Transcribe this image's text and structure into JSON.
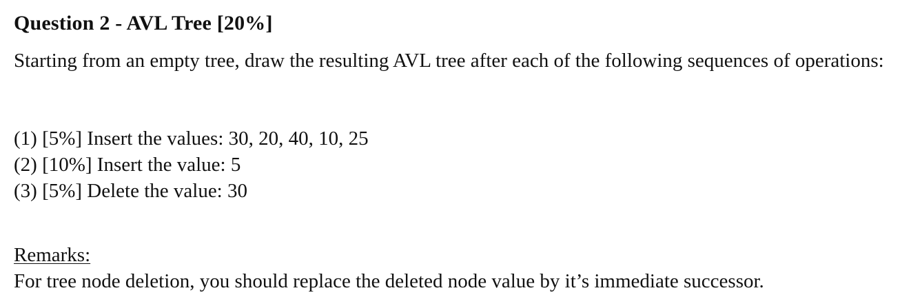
{
  "question": {
    "title": "Question 2 - AVL Tree [20%]",
    "intro": "Starting from an empty tree, draw the resulting AVL tree after each of the following sequences of operations:",
    "operations": [
      "(1) [5%] Insert the values: 30, 20, 40, 10, 25",
      "(2) [10%] Insert the value: 5",
      "(3) [5%] Delete the value: 30"
    ]
  },
  "remarks": {
    "heading": "Remarks:",
    "text": "For tree node deletion, you should replace the deleted node value by it’s immediate successor."
  }
}
